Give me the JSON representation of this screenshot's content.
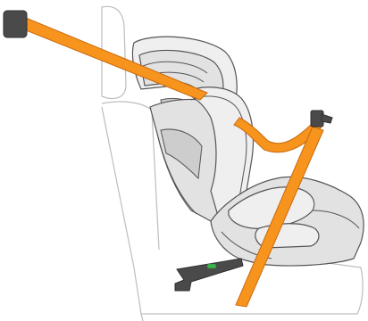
{
  "illustration": {
    "subject": "booster-seat-belt-routing",
    "colors": {
      "belt": "#f7941d",
      "belt_edge": "#c96a10",
      "seat_fill": "#e2e2e2",
      "seat_light": "#efefef",
      "seat_shadow": "#cdcdcd",
      "outline": "#555555",
      "vehicle_line": "#bdbdbd",
      "anchor": "#4a4a4a",
      "indicator": "#3bb54a"
    },
    "parts": [
      "vehicle-seat",
      "booster-headrest",
      "booster-backrest",
      "booster-cushion",
      "isofix-connector",
      "shoulder-belt",
      "lap-belt",
      "belt-anchor",
      "buckle"
    ]
  }
}
